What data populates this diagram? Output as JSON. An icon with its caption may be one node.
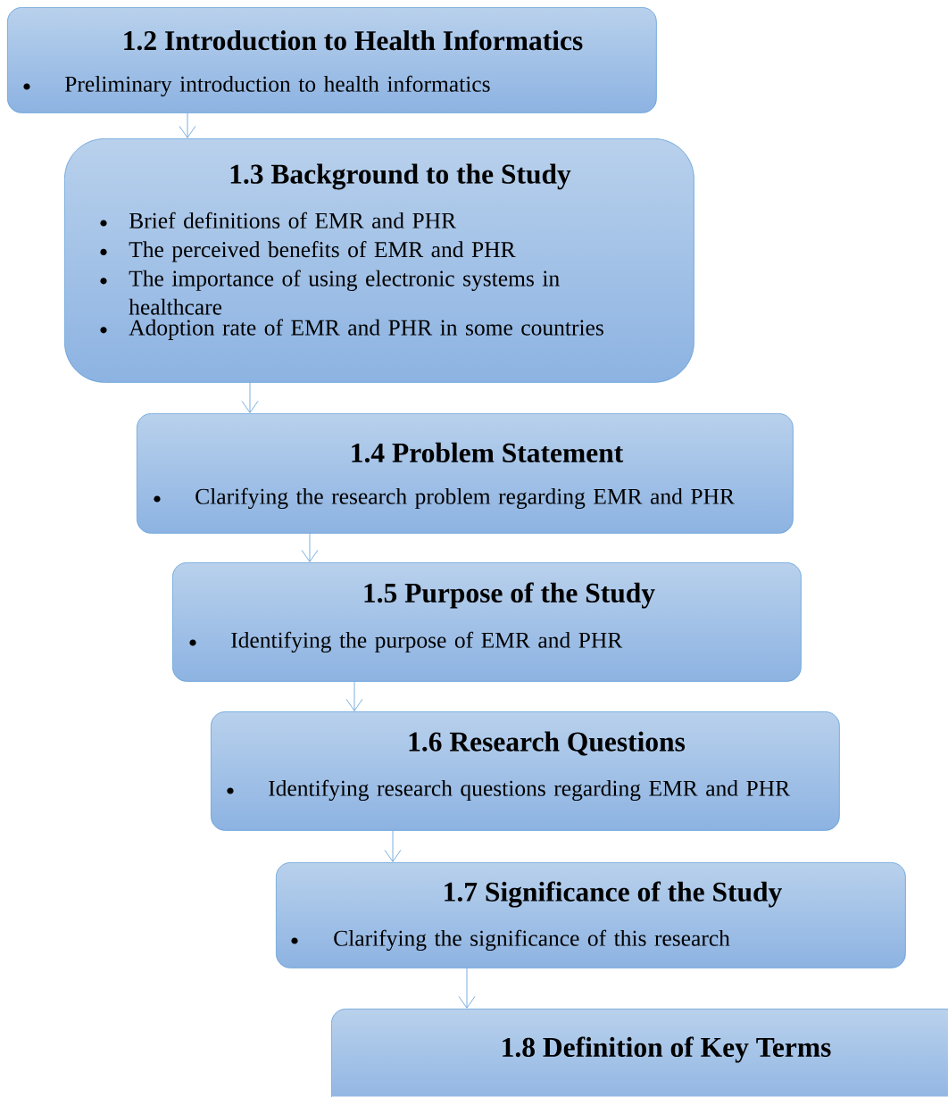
{
  "diagram": {
    "nodes": [
      {
        "text": [
          "1.2 Introduction to Health Informatics",
          "Preliminary introduction to health informatics"
        ]
      },
      {
        "text": [
          "1.3 Background to the Study",
          "Brief definitions of EMR and PHR",
          "The perceived benefits of EMR and PHR",
          "The importance of using electronic systems in healthcare",
          "Adoption rate of EMR and PHR in some countries"
        ]
      },
      {
        "text": [
          "1.4 Problem Statement",
          "Clarifying the research problem regarding EMR and PHR"
        ]
      },
      {
        "text": [
          "1.5 Purpose of the Study",
          "Identifying the purpose of EMR and PHR"
        ]
      },
      {
        "text": [
          "1.6 Research Questions",
          "Identifying research questions regarding EMR and PHR"
        ]
      },
      {
        "text": [
          "1.7 Significance of the Study",
          "Clarifying the significance of this research"
        ]
      },
      {
        "text": [
          "1.8 Definition of Key Terms"
        ]
      }
    ],
    "edges": [
      {
        "from": 0,
        "to": 1,
        "arrow": "to"
      },
      {
        "from": 1,
        "to": 2,
        "arrow": "to"
      },
      {
        "from": 2,
        "to": 3,
        "arrow": "to"
      },
      {
        "from": 3,
        "to": 4,
        "arrow": "to"
      },
      {
        "from": 4,
        "to": 5,
        "arrow": "to"
      },
      {
        "from": 5,
        "to": 6,
        "arrow": "to"
      }
    ]
  }
}
